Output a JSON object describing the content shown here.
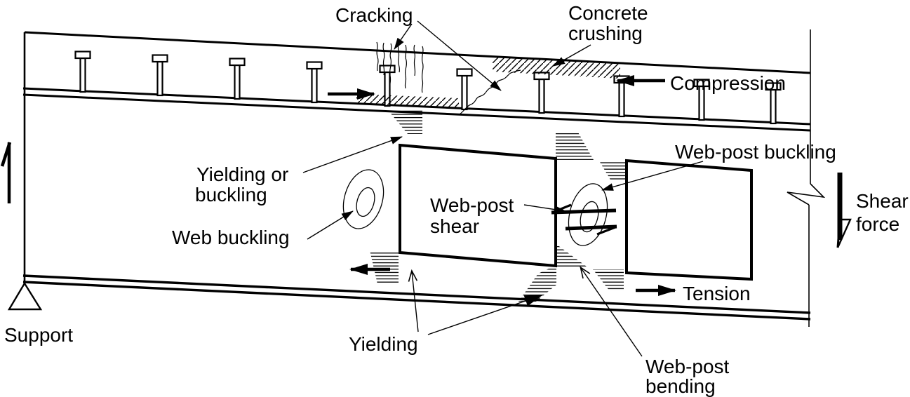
{
  "figure": {
    "type": "structural-engineering-line-diagram",
    "subject": "Failure modes of a composite steel beam with web openings",
    "colors": {
      "ink": "#000000",
      "background": "#ffffff"
    },
    "elements": {
      "shear_studs": 10,
      "web_openings": 2,
      "supports": 1
    },
    "labels": {
      "cracking": "Cracking",
      "concrete_crushing": {
        "line1": "Concrete",
        "line2": "crushing"
      },
      "compression": "Compression",
      "web_post_buckling": "Web-post buckling",
      "shear_force": {
        "line1": "Shear",
        "line2": "force"
      },
      "yielding_or_buckling": {
        "line1": "Yielding or",
        "line2": "buckling"
      },
      "web_buckling": "Web buckling",
      "web_post_shear": {
        "line1": "Web-post",
        "line2": "shear"
      },
      "tension": "Tension",
      "yielding": "Yielding",
      "web_post_bending": {
        "line1": "Web-post",
        "line2": "bending"
      },
      "support": "Support"
    }
  }
}
